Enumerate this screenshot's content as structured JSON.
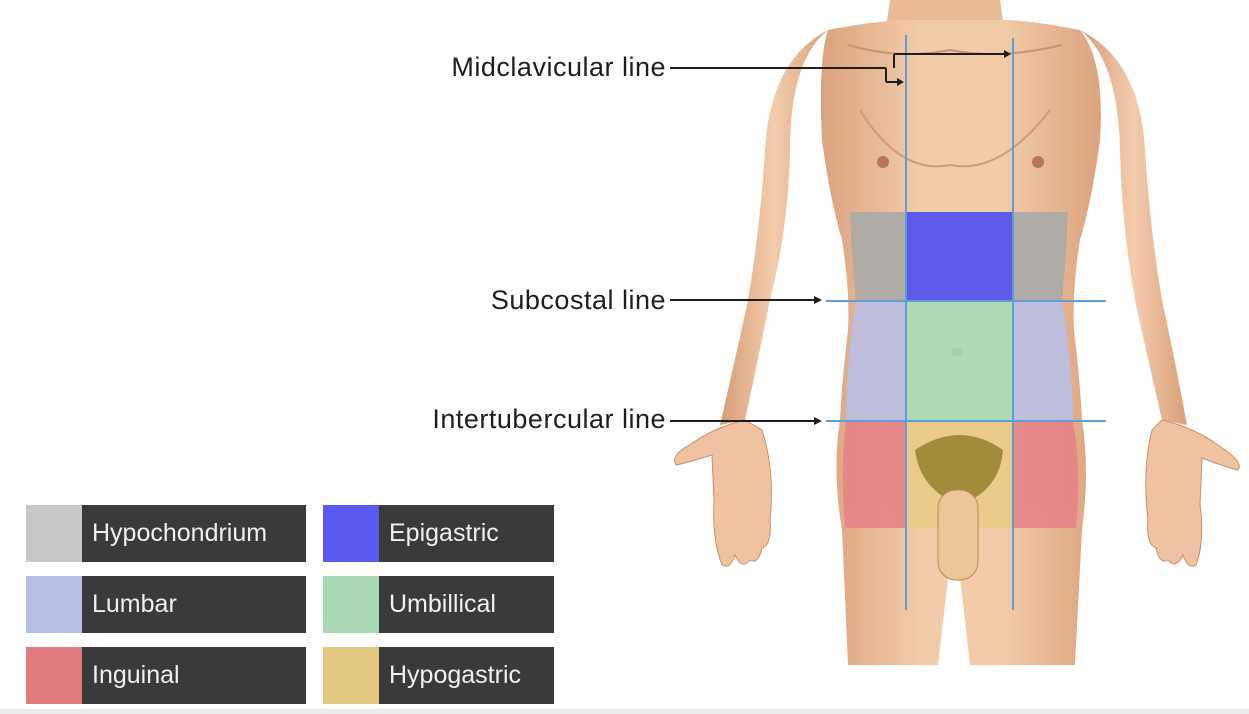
{
  "lines": {
    "midclavicular": "Midclavicular line",
    "subcostal": "Subcostal line",
    "intertubercular": "Intertubercular line"
  },
  "legend": [
    {
      "label": "Hypochondrium",
      "color": "#c8c8c8"
    },
    {
      "label": "Lumbar",
      "color": "#b7bde2"
    },
    {
      "label": "Inguinal",
      "color": "#e07c80"
    },
    {
      "label": "Epigastric",
      "color": "#5a5af0"
    },
    {
      "label": "Umbillical",
      "color": "#a8d9b4"
    },
    {
      "label": "Hypogastric",
      "color": "#e3c882"
    }
  ],
  "colors": {
    "skin": "#eec3a0",
    "skin_shadow": "#d9a27d",
    "guide_line": "#5b9fd6",
    "legend_text_bg": "#3a3a3a",
    "pubic_hair": "#8a7a2a"
  }
}
